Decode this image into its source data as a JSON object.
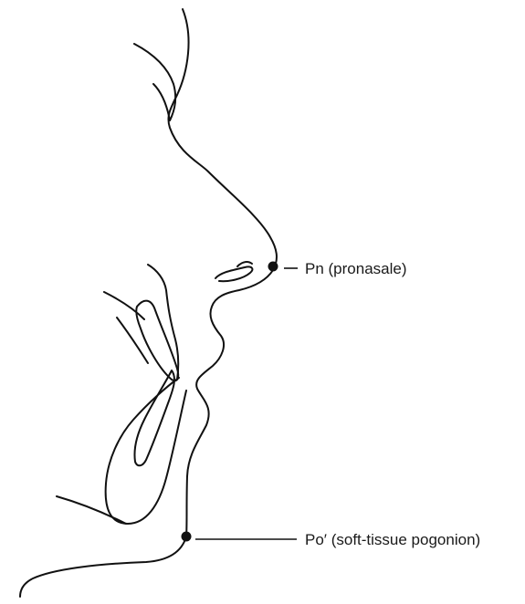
{
  "landmarks": [
    {
      "id": "pn",
      "label": "Pn (pronasale)"
    },
    {
      "id": "po",
      "label": "Po′ (soft-tissue pogonion)"
    }
  ],
  "colors": {
    "line": "#111111",
    "background": "#ffffff"
  }
}
